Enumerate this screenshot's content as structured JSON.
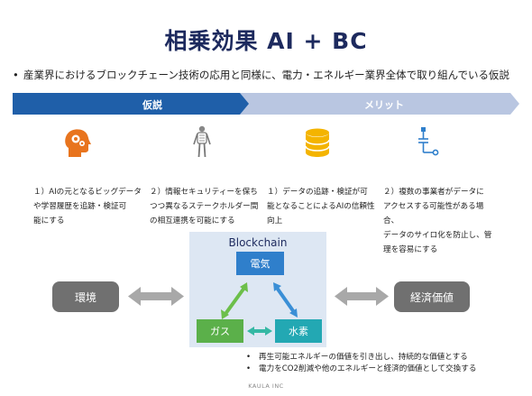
{
  "title": "相乗効果 AI + BC",
  "intro": "産業界におけるブロックチェーン技術の応用と同様に、電力・エネルギー業界全体で取り組んでいる仮説",
  "band": {
    "hypothesis": "仮説",
    "merit": "メリット"
  },
  "columns": [
    {
      "icon": "brain-gears-icon",
      "lines": [
        "１）AIの元となるビッグデータ",
        "や学習履歴を追跡・検証可",
        "能にする"
      ]
    },
    {
      "icon": "human-body-icon",
      "lines": [
        "２）情報セキュリティーを保ち",
        "つつ異なるステークホルダー間",
        "の相互連携を可能にする"
      ]
    },
    {
      "icon": "database-icon",
      "lines": [
        "１）データの追跡・検証が可",
        "能となることによるAIの信頼性",
        "向上"
      ]
    },
    {
      "icon": "connector-icon",
      "lines": [
        "２）複数の事業者がデータに",
        "アクセスする可能性がある場合、",
        "データのサイロ化を防止し、管",
        "理を容易にする"
      ]
    }
  ],
  "blockchain": {
    "title": "Blockchain",
    "electricity": "電気",
    "gas": "ガス",
    "hydrogen": "水素"
  },
  "sides": {
    "environment": "環境",
    "economic_value": "経済価値"
  },
  "notes": [
    "再生可能エネルギーの価値を引き出し、持続的な価値とする",
    "電力をCO2削減や他のエネルギーと経済的価値として交換する"
  ],
  "footer": "KAULA INC",
  "colors": {
    "title": "#1d2a5e",
    "band_dark": "#1f5fa9",
    "band_light": "#b9c6e1",
    "icon_orange": "#e8741e",
    "icon_yellow": "#f4b400",
    "icon_blue": "#2f7fcb"
  }
}
